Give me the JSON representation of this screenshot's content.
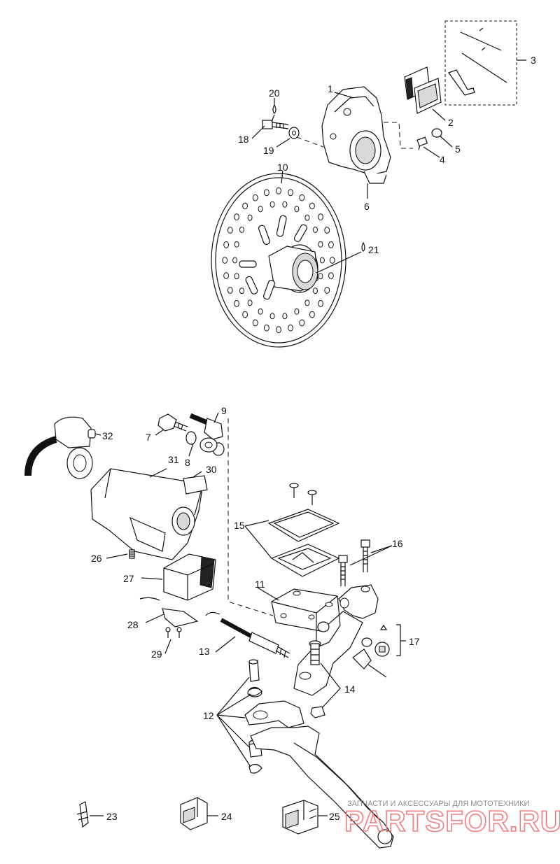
{
  "diagram": {
    "callouts": [
      "1",
      "2",
      "3",
      "4",
      "5",
      "6",
      "10",
      "18",
      "19",
      "20",
      "21",
      "7",
      "8",
      "9",
      "32",
      "31",
      "30",
      "26",
      "27",
      "28",
      "29",
      "11",
      "13",
      "12",
      "14",
      "15",
      "16",
      "17",
      "23",
      "24",
      "25"
    ]
  },
  "watermark": {
    "tagline": "ЗАПЧАСТИ И АКСЕССУАРЫ ДЛЯ МОТОТЕХНИКИ",
    "brand": "PARTSFOR.RU"
  }
}
